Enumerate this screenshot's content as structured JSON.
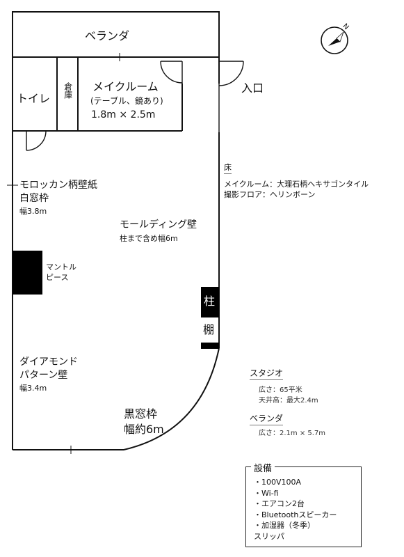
{
  "rooms": {
    "veranda": "ベランダ",
    "toilet": "トイレ",
    "storage": "倉庫",
    "makeup": {
      "name": "メイクルーム",
      "note": "(テーブル、鏡あり)",
      "size": "1.8m × 2.5m"
    },
    "entrance": "入口"
  },
  "walls": {
    "moroccan": {
      "line1": "モロッカン柄壁紙",
      "line2": "白窓枠",
      "width": "幅3.8m"
    },
    "molding": {
      "title": "モールディング壁",
      "note": "柱まで含め幅6m"
    },
    "mantel": {
      "line1": "マントル",
      "line2": "ピース"
    },
    "diamond": {
      "line1": "ダイアモンド",
      "line2": "パターン壁",
      "width": "幅3.4m"
    },
    "black_window": {
      "line1": "黒窓枠",
      "line2": "幅約6m"
    }
  },
  "fixtures": {
    "pillar": "柱",
    "shelf": "棚"
  },
  "floor": {
    "heading": "床",
    "makeup_floor": "メイクルーム：大理石柄ヘキサゴンタイル",
    "shoot_floor": "撮影フロア：ヘリンボーン"
  },
  "studio": {
    "heading": "スタジオ",
    "area": "広さ：65平米",
    "ceiling": "天井高：最大2.4m"
  },
  "veranda_info": {
    "heading": "ベランダ",
    "area": "広さ：2.1m × 5.7m"
  },
  "equipment": {
    "heading": "設備",
    "items": [
      "・100V100A",
      "・Wi-fi",
      "・エアコン2台",
      "・Bluetoothスピーカー",
      "・加湿器（冬季）",
      "スリッパ"
    ]
  },
  "compass": {
    "label": "N"
  }
}
